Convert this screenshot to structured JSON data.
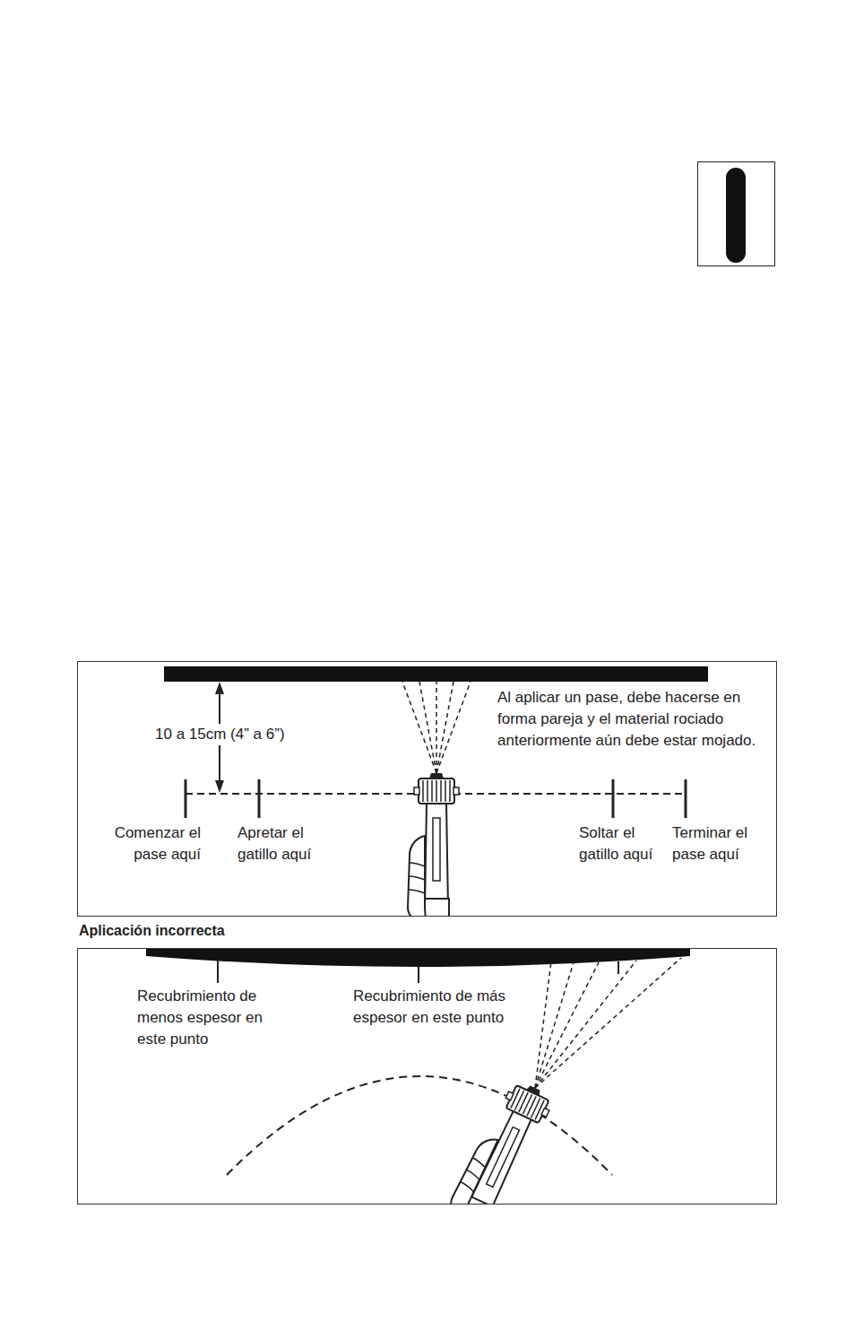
{
  "diagram": {
    "nodes": [
      {
        "text": [
          "Al aplicar un pase, debe hacerse en forma pareja y el material rociado anteriormente aún debe estar mojado.",
          "10 a 15cm (4” a 6”)",
          "Comenzar el pase aquí",
          "Apretar el gatillo aquí",
          "Soltar el gatillo aquí",
          "Terminar el pase aquí"
        ]
      },
      {
        "text": [
          "Aplicación incorrecta",
          "Recubrimiento de menos espesor en este punto",
          "Recubrimiento de más espesor en este punto"
        ]
      }
    ]
  }
}
